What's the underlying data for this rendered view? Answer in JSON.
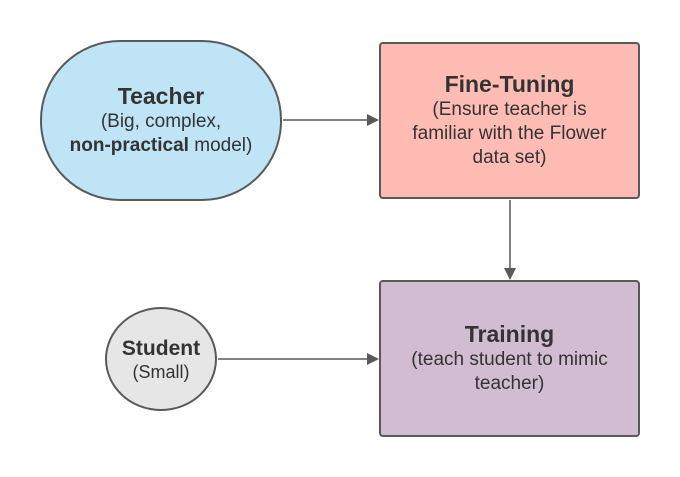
{
  "nodes": {
    "teacher": {
      "title": "Teacher",
      "line1": "(Big, complex,",
      "line2_bold": "non-practical",
      "line2_rest": " model)",
      "fill": "#bfe4f6"
    },
    "finetune": {
      "title": "Fine-Tuning",
      "line1": "(Ensure teacher is",
      "line2": "familiar with the Flower",
      "line3": "data set)",
      "fill": "#ffbcb5"
    },
    "training": {
      "title": "Training",
      "line1": "(teach student to mimic",
      "line2": "teacher)",
      "fill": "#d2bcd2"
    },
    "student": {
      "title": "Student",
      "line1": "(Small)",
      "fill": "#e6e6e6"
    }
  },
  "edges": [
    {
      "from": "teacher",
      "to": "finetune"
    },
    {
      "from": "finetune",
      "to": "training"
    },
    {
      "from": "student",
      "to": "training"
    }
  ],
  "colors": {
    "border": "#595959",
    "text": "#333333"
  }
}
